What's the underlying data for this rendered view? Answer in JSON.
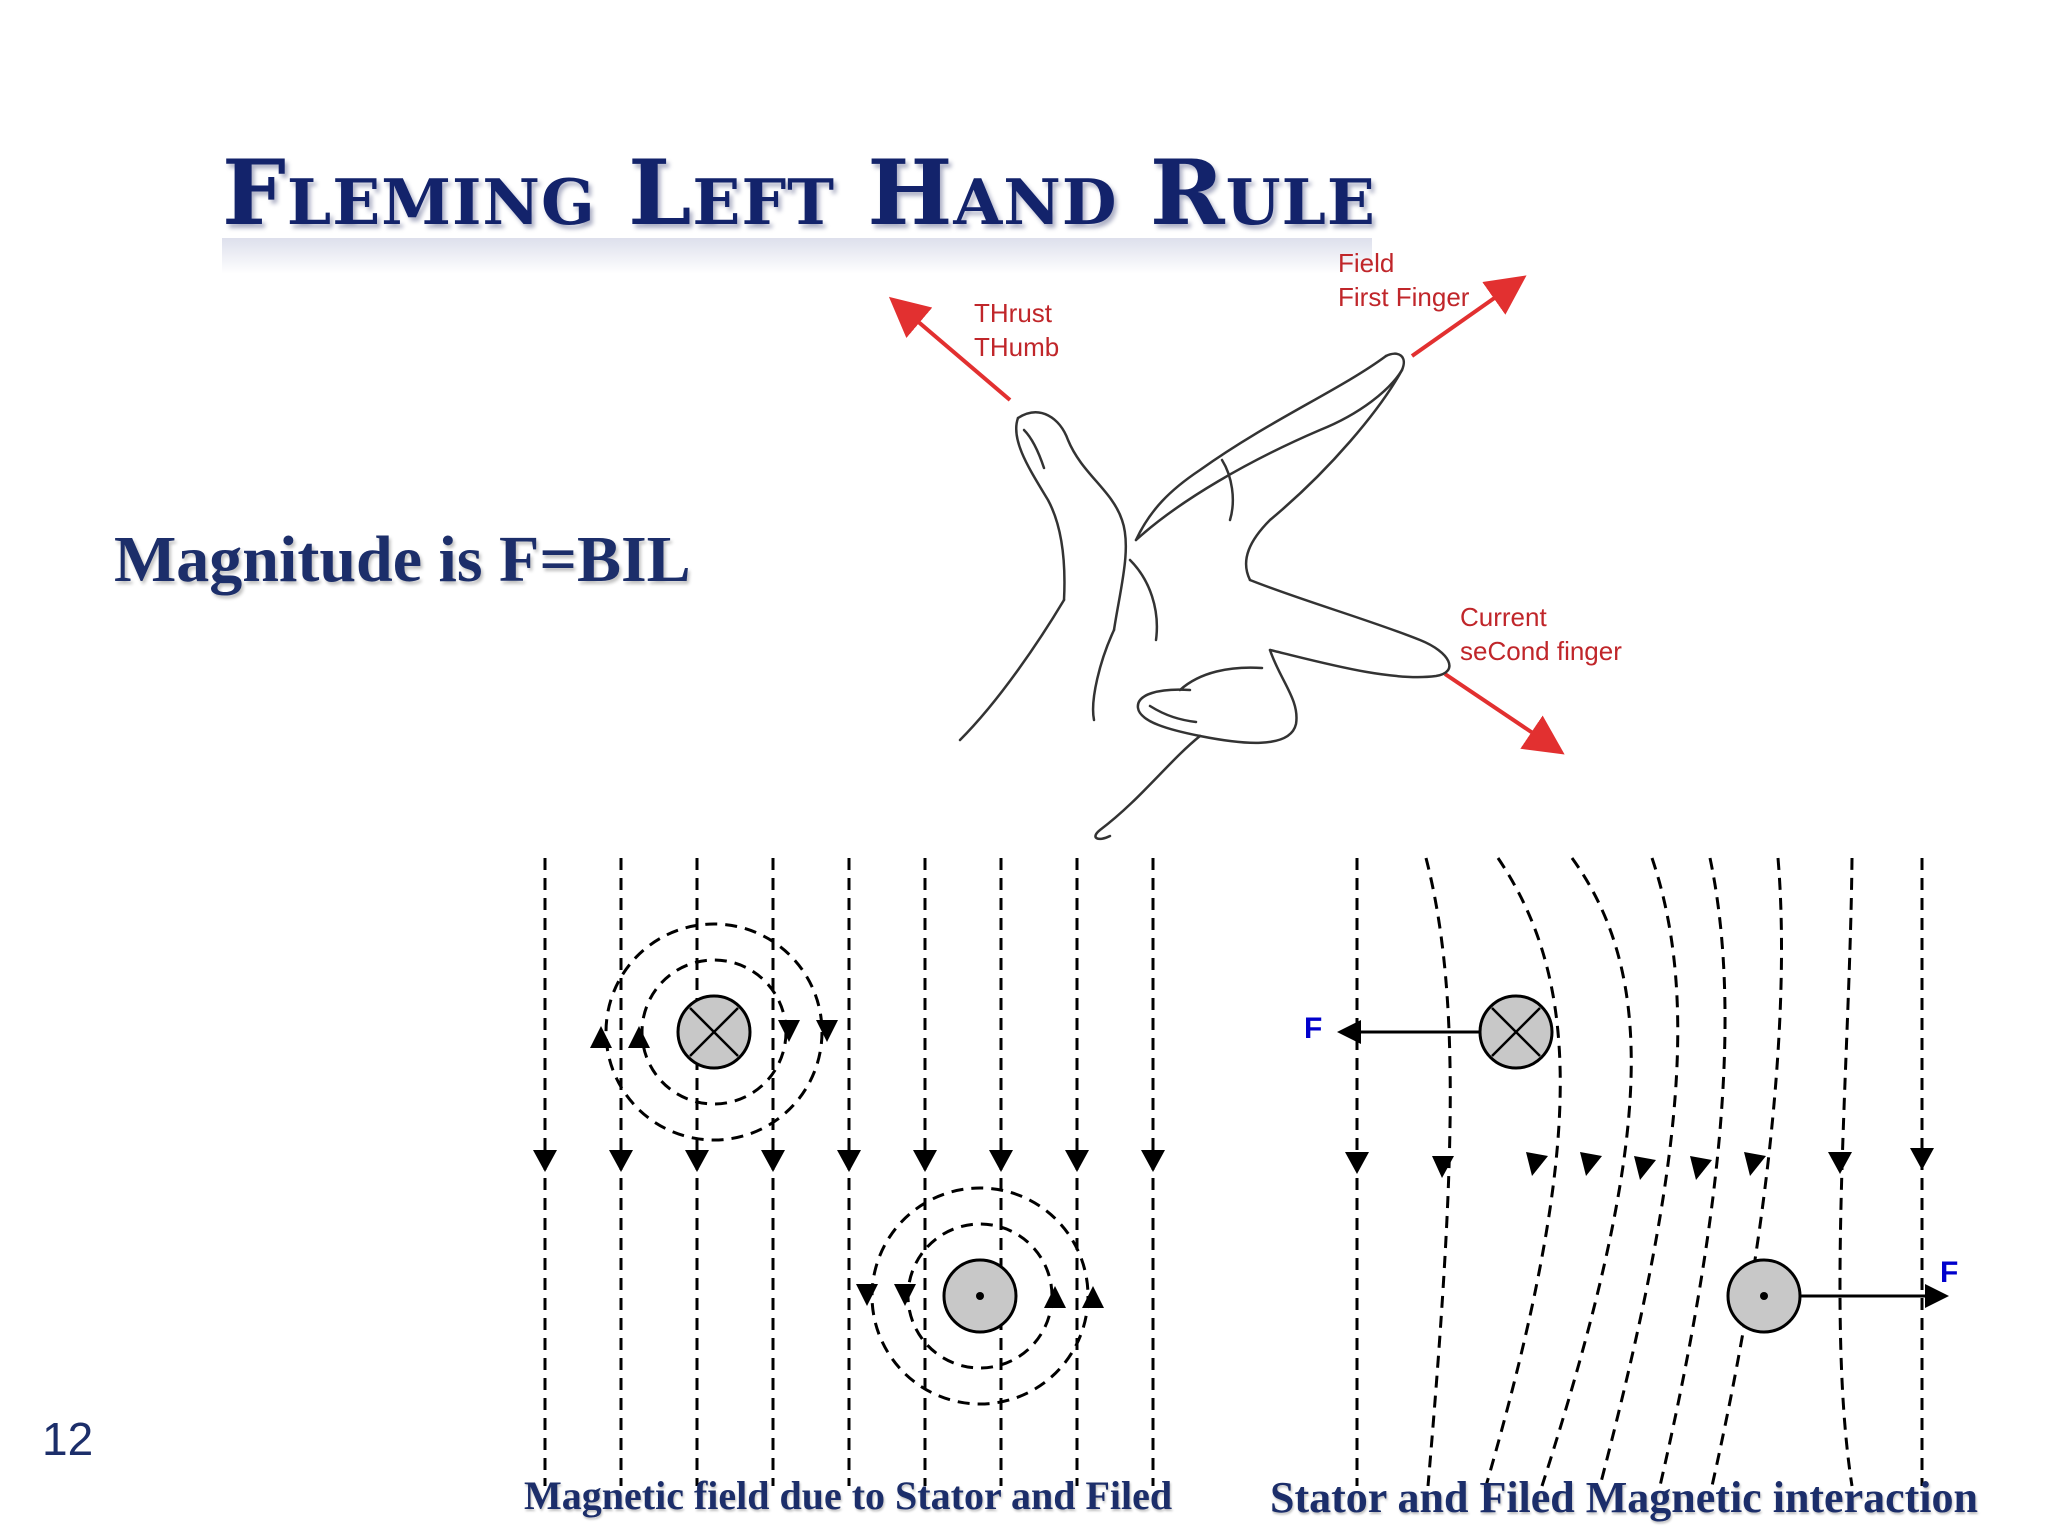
{
  "slide": {
    "title": "Fleming Left Hand Rule",
    "formula": "Magnitude is F=BIL",
    "page_number": "12"
  },
  "hand_labels": {
    "thrust_line1": "THrust",
    "thrust_line2": "THumb",
    "field_line1": "Field",
    "field_line2": "First Finger",
    "current_line1": "Current",
    "current_line2": "seCond finger"
  },
  "diagrams": {
    "left_caption": "Magnetic field due to Stator and Filed",
    "right_caption": "Stator and Filed Magnetic interaction",
    "force_label": "F"
  },
  "colors": {
    "title": "#13236b",
    "text": "#1c2e6a",
    "arrow_red": "#e23030",
    "force_blue": "#0000cc",
    "conductor_fill": "#c8c8c8"
  }
}
